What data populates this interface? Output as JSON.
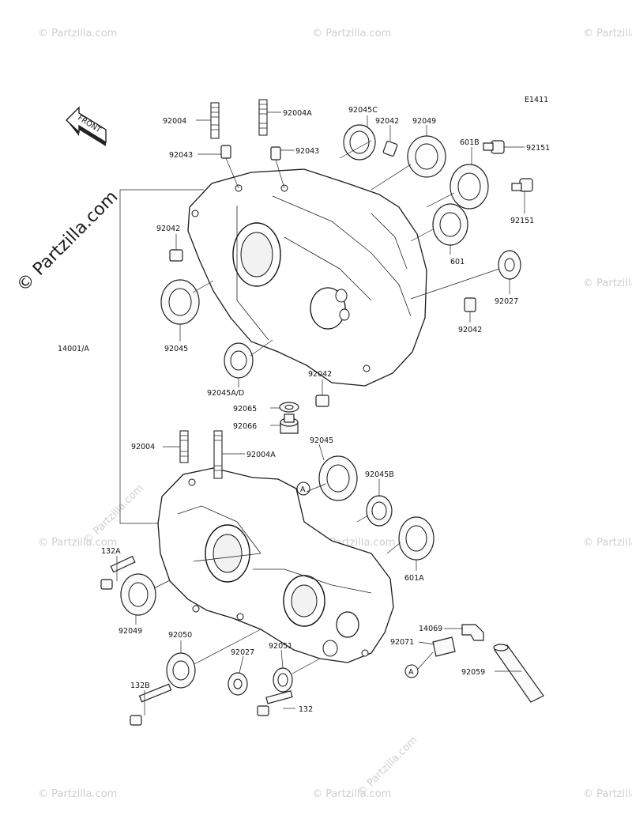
{
  "diagram_code": "E1411",
  "front_label": "FRONT",
  "watermark": "© Partzilla.com",
  "labels": {
    "p92004_top": "92004",
    "p92004A_top": "92004A",
    "p92043_left": "92043",
    "p92043_right": "92043",
    "p92045C": "92045C",
    "p92042_top": "92042",
    "p92049_top": "92049",
    "p601B": "601B",
    "p92151_a": "92151",
    "p92151_b": "92151",
    "p92042_left": "92042",
    "p601": "601",
    "p92027_right": "92027",
    "p92042_right": "92042",
    "p92045_left": "92045",
    "p14001A": "14001/A",
    "p92045AD": "92045A/D",
    "p92042_mid": "92042",
    "p92065": "92065",
    "p92066": "92066",
    "p92004_low": "92004",
    "p92004A_low": "92004A",
    "p92045_low": "92045",
    "p92045B": "92045B",
    "pA_ref1": "A",
    "p132A": "132A",
    "p601A": "601A",
    "p92049_low": "92049",
    "p92050": "92050",
    "p92027_low": "92027",
    "p92051": "92051",
    "p14069": "14069",
    "p92071": "92071",
    "pA_ref2": "A",
    "p92059": "92059",
    "p132B": "132B",
    "p132": "132"
  }
}
